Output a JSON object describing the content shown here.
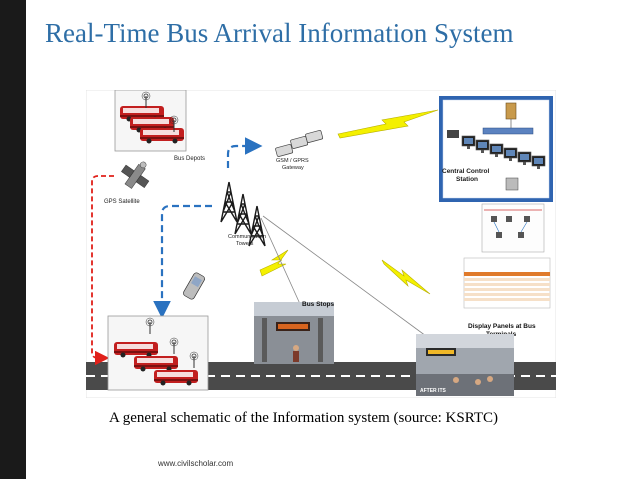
{
  "slide": {
    "title": "Real-Time Bus Arrival Information System",
    "caption": "A general schematic of the Information system (source: KSRTC)",
    "footer": "www.civilscholar.com"
  },
  "diagram": {
    "bus_depots_label": "Bus Depots",
    "gsm_gateway_label": "GSM / GPRS\nGateway",
    "gps_satellite_label": "GPS Satellite",
    "communication_towers_label": "Communication\nTowers",
    "central_control_label": "Central Control\nStation",
    "bus_stops_label": "Bus Stops",
    "display_panels_label": "Display Panels at Bus\nTerminals",
    "terminal_sign_text": "AFTER ITS"
  },
  "colors": {
    "title": "#2e6ea6",
    "lightning": "#f4f000",
    "link_dash": "#2a72c0",
    "gps_link": "#e0201a",
    "road": "#4a4a4a",
    "control_panel": "#2f64b0",
    "bus_red": "#c21f1f"
  }
}
